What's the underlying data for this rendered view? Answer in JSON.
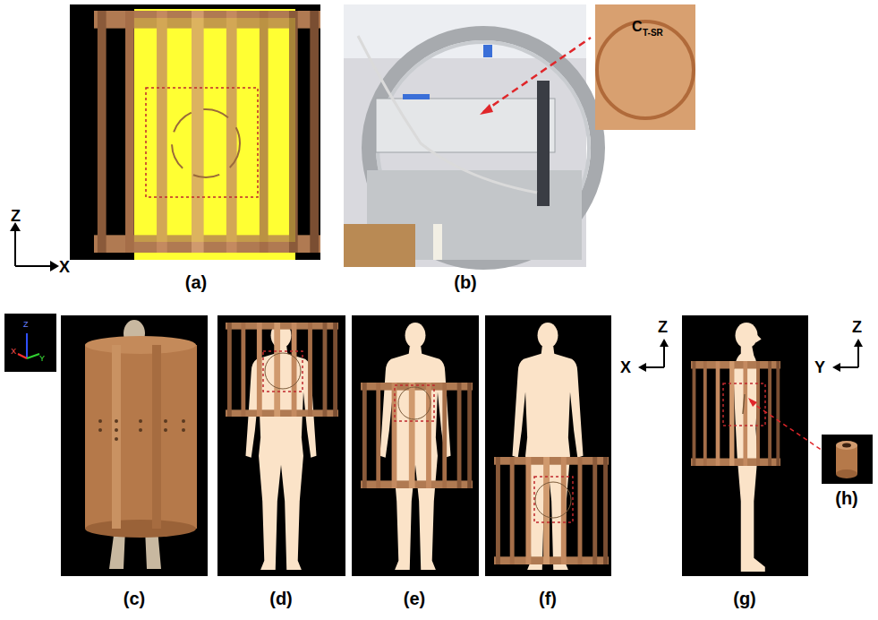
{
  "diagram": {
    "labels": [
      "Z",
      "X",
      "C",
      "T-SR",
      "(a)",
      "(b)",
      "Z",
      "X",
      "Y",
      "Z",
      "X",
      "Z",
      "Y",
      "(c)",
      "(d)",
      "(e)",
      "(f)",
      "(g)",
      "(h)"
    ]
  }
}
